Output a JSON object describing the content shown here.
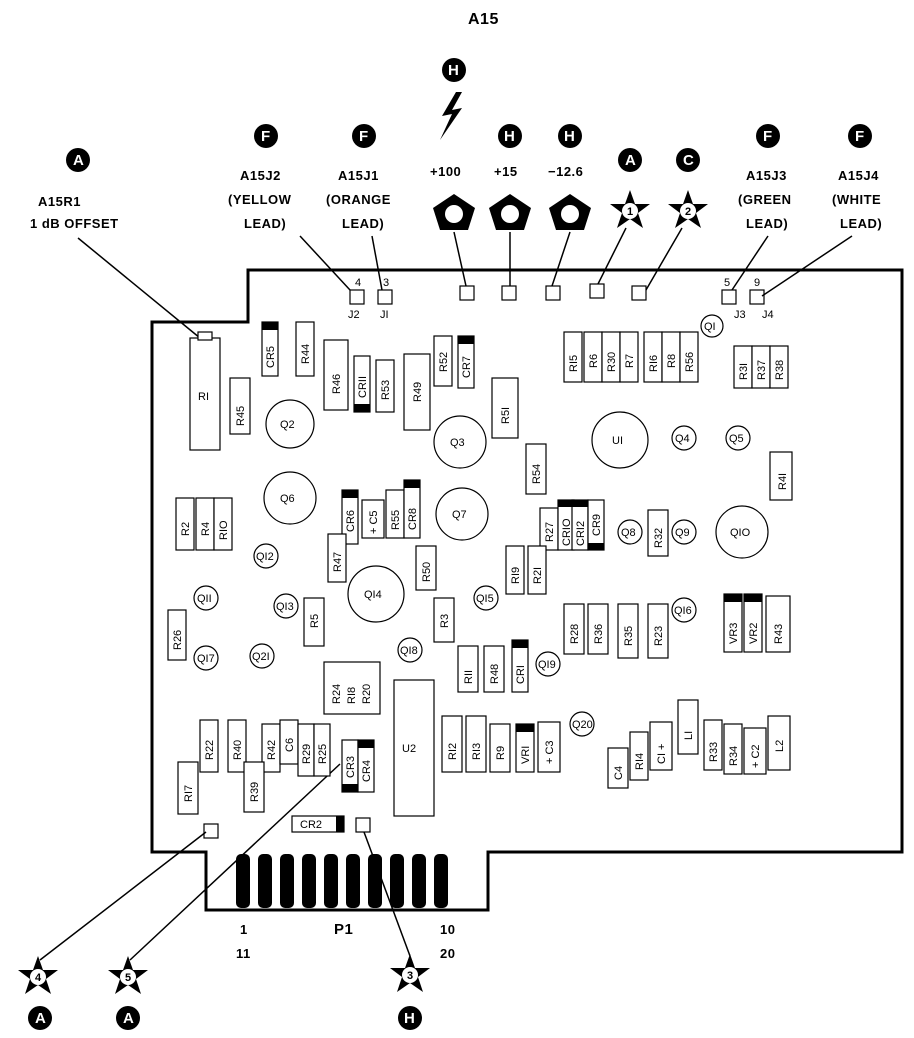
{
  "title": "A15",
  "callouts": {
    "h_top": "H",
    "a_r1": "A",
    "f_j2": "F",
    "f_j1": "F",
    "h_100": "H",
    "h_15": "H",
    "h_neg": "H",
    "a_tp1": "A",
    "c_tp2": "C",
    "f_j3": "F",
    "f_j4": "F",
    "a_tp4": "A",
    "a_tp5": "A",
    "h_tp3": "H"
  },
  "labels": {
    "r1_line1": "A15R1",
    "r1_line2": "1 dB OFFSET",
    "j2_line1": "A15J2",
    "j2_line2": "(YELLOW",
    "j2_line3": "LEAD)",
    "j1_line1": "A15J1",
    "j1_line2": "(ORANGE",
    "j1_line3": "LEAD)",
    "v100": "+100",
    "v15": "+15",
    "vneg": "−12.6",
    "j3_line1": "A15J3",
    "j3_line2": "(GREEN",
    "j3_line3": "LEAD)",
    "j4_line1": "A15J4",
    "j4_line2": "(WHITE",
    "j4_line3": "LEAD)"
  },
  "test_points": [
    "1",
    "2",
    "3",
    "4",
    "5"
  ],
  "jacks": {
    "j2_pin": "4",
    "j2": "J2",
    "j1_pin": "3",
    "j1": "JI",
    "j3_pin": "5",
    "j3": "J3",
    "j4_pin": "9",
    "j4": "J4"
  },
  "connector": {
    "name": "P1",
    "pin_tl": "1",
    "pin_bl": "11",
    "pin_tr": "10",
    "pin_br": "20"
  },
  "components": {
    "r1": "RI",
    "cr5": "CR5",
    "r44": "R44",
    "r45": "R45",
    "q2": "Q2",
    "r46": "R46",
    "cr11": "CRII",
    "r53": "R53",
    "r49": "R49",
    "r52": "R52",
    "cr7": "CR7",
    "r51": "R5I",
    "q3": "Q3",
    "r15": "RI5",
    "r6": "R6",
    "r30": "R30",
    "r7": "R7",
    "r16": "RI6",
    "r8": "R8",
    "r56": "R56",
    "q1": "QI",
    "r31": "R3I",
    "r37": "R37",
    "r38": "R38",
    "u1": "UI",
    "q4": "Q4",
    "q5": "Q5",
    "r41": "R4I",
    "q6": "Q6",
    "r2": "R2",
    "r4": "R4",
    "r10": "RIO",
    "cr6": "CR6",
    "c5": "+ C5",
    "r55": "R55",
    "cr8": "CR8",
    "q7": "Q7",
    "r54": "R54",
    "r27": "R27",
    "cr10": "CRIO",
    "cr12": "CRI2",
    "cr9": "CR9",
    "q8": "Q8",
    "r32": "R32",
    "q9": "Q9",
    "q10": "QIO",
    "q12": "QI2",
    "r47": "R47",
    "q14": "QI4",
    "r50": "R50",
    "r19": "RI9",
    "r21": "R2I",
    "q11": "QII",
    "q13": "QI3",
    "r5": "R5",
    "r3": "R3",
    "q15": "QI5",
    "r28": "R28",
    "r36": "R36",
    "r35": "R35",
    "r23": "R23",
    "q16": "QI6",
    "vr3": "VR3",
    "vr2": "VR2",
    "r43": "R43",
    "r26": "R26",
    "q17": "QI7",
    "q21": "Q2I",
    "q18": "QI8",
    "r11": "RII",
    "r48": "R48",
    "cr1": "CRI",
    "q19": "QI9",
    "r24": "R24",
    "r18": "RI8",
    "r20": "R20",
    "u2": "U2",
    "q20": "Q20",
    "l1": "LI",
    "r22": "R22",
    "r40": "R40",
    "r42": "R42",
    "c6": "C6",
    "r29": "R29",
    "r25": "R25",
    "cr3": "CR3",
    "cr4": "CR4",
    "r12": "RI2",
    "r13": "RI3",
    "r9": "R9",
    "vr1": "VRI",
    "c3": "+ C3",
    "c4": "C4",
    "r14": "RI4",
    "c1": "CI +",
    "r33": "R33",
    "r34": "R34",
    "c2": "+ C2",
    "l2": "L2",
    "r17": "RI7",
    "r39": "R39",
    "cr2": "CR2"
  }
}
